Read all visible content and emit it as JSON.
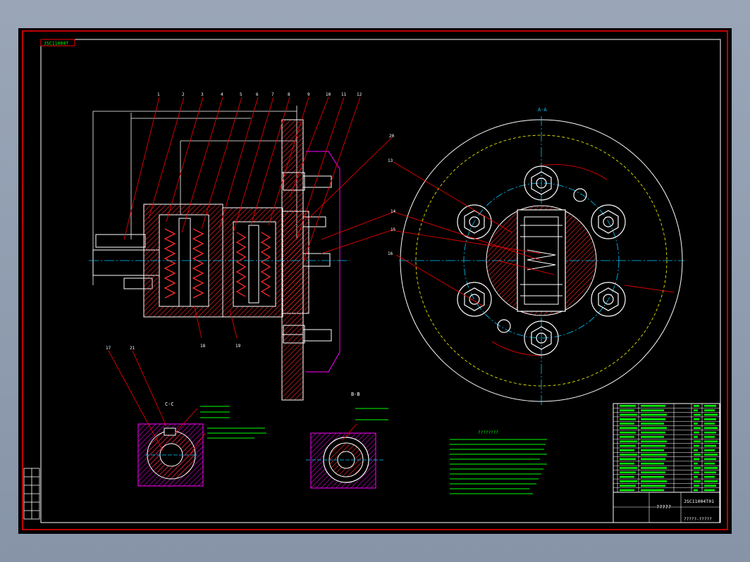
{
  "drawing": {
    "corner_label": "JSC11004T",
    "section_labels": {
      "aa": "A-A",
      "bb": "B-B",
      "cc": "C-C"
    },
    "part_numbers": [
      "1",
      "2",
      "3",
      "4",
      "5",
      "6",
      "7",
      "8",
      "9",
      "10",
      "11",
      "12",
      "13",
      "14",
      "15",
      "16",
      "17",
      "18",
      "19",
      "20",
      "21"
    ],
    "title_block": {
      "drawing_no": "JSC11004T01",
      "name": "?????",
      "footer": "?????-?????"
    },
    "tech_notes_title": "????????"
  },
  "colors": {
    "background": "#000000",
    "frame": "#ff0000",
    "outline": "#ffffff",
    "leader": "#ff0000",
    "hatch": "#ff2a2a",
    "center_line": "#00c8ff",
    "dimension": "#00ff00",
    "hidden": "#ffff00",
    "section_cut": "#ff00ff"
  }
}
